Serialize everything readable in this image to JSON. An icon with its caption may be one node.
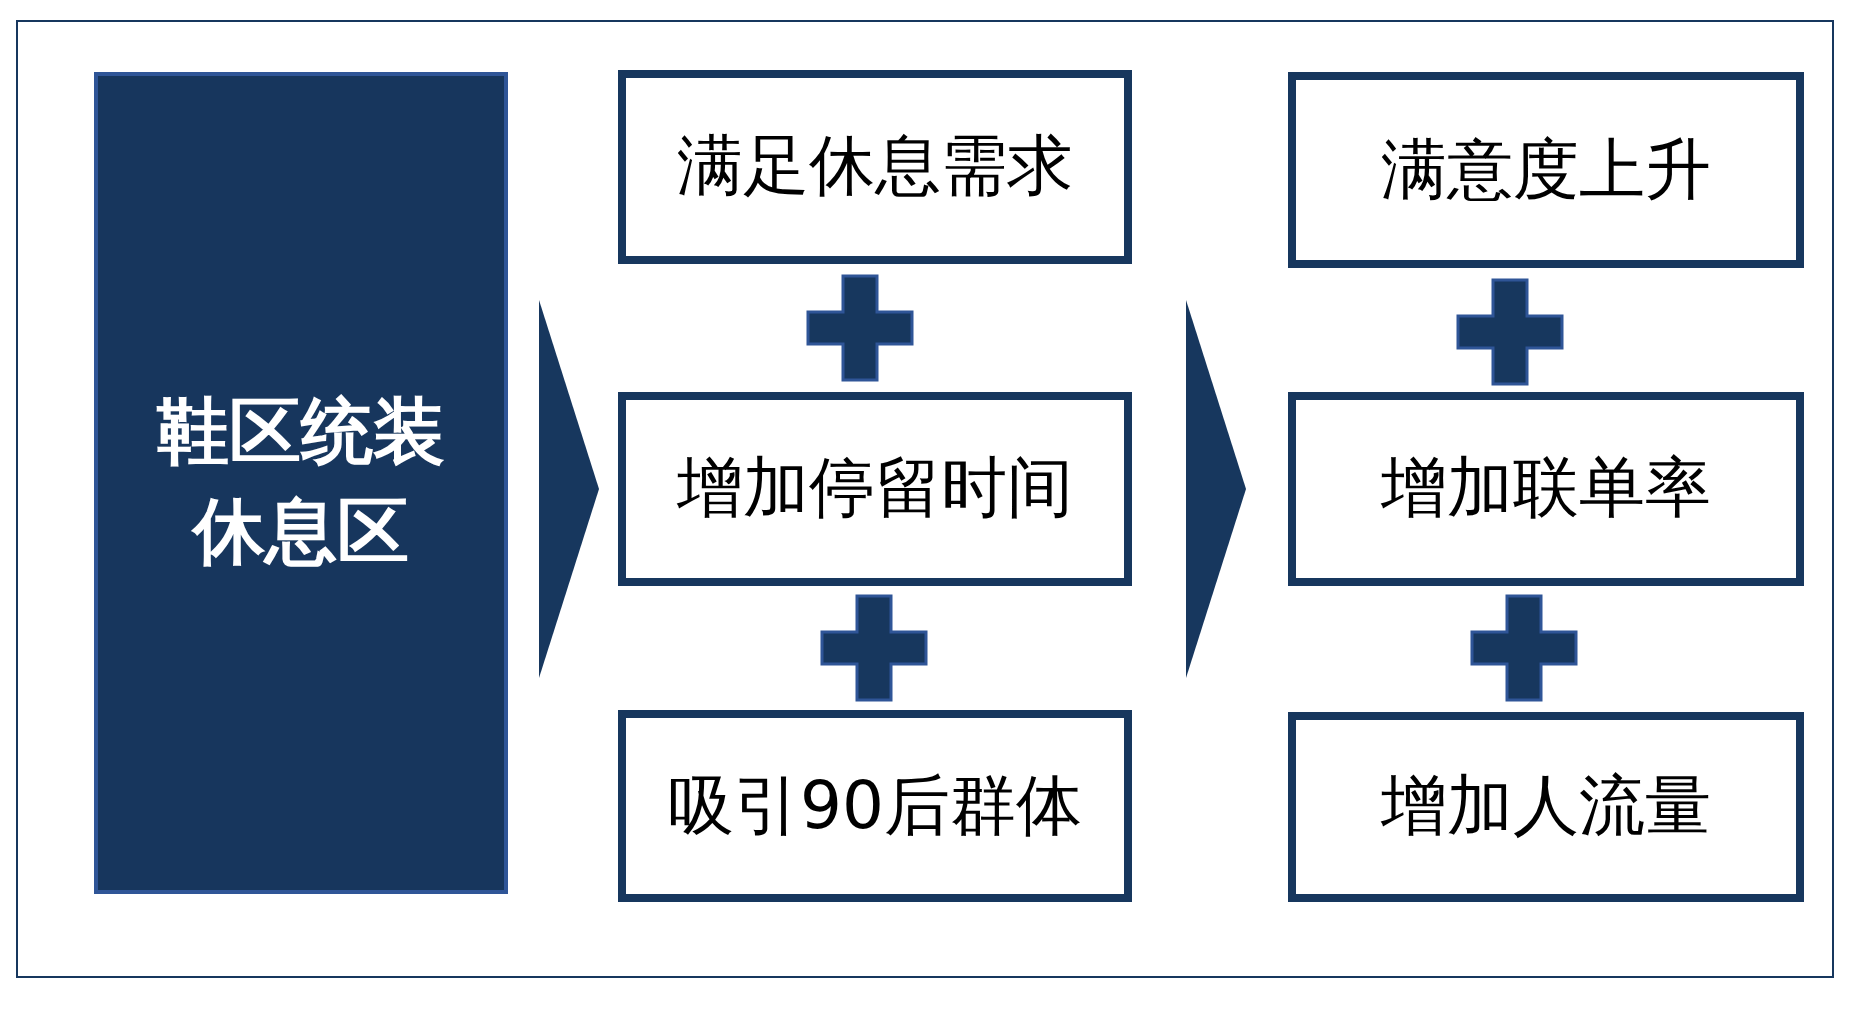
{
  "diagram": {
    "nodes": [
      {
        "text": [
          "鞋区统装休息区"
        ]
      },
      {
        "text": [
          "满足休息需求"
        ]
      },
      {
        "text": [
          "增加停留时间"
        ]
      },
      {
        "text": [
          "吸引90后群体"
        ]
      },
      {
        "text": [
          "满意度上升"
        ]
      },
      {
        "text": [
          "增加联单率"
        ]
      },
      {
        "text": [
          "增加人流量"
        ]
      }
    ],
    "edges": [
      {
        "from": 0,
        "to": 2,
        "arrow": "to"
      },
      {
        "from": 2,
        "to": 5,
        "arrow": "to"
      }
    ]
  }
}
